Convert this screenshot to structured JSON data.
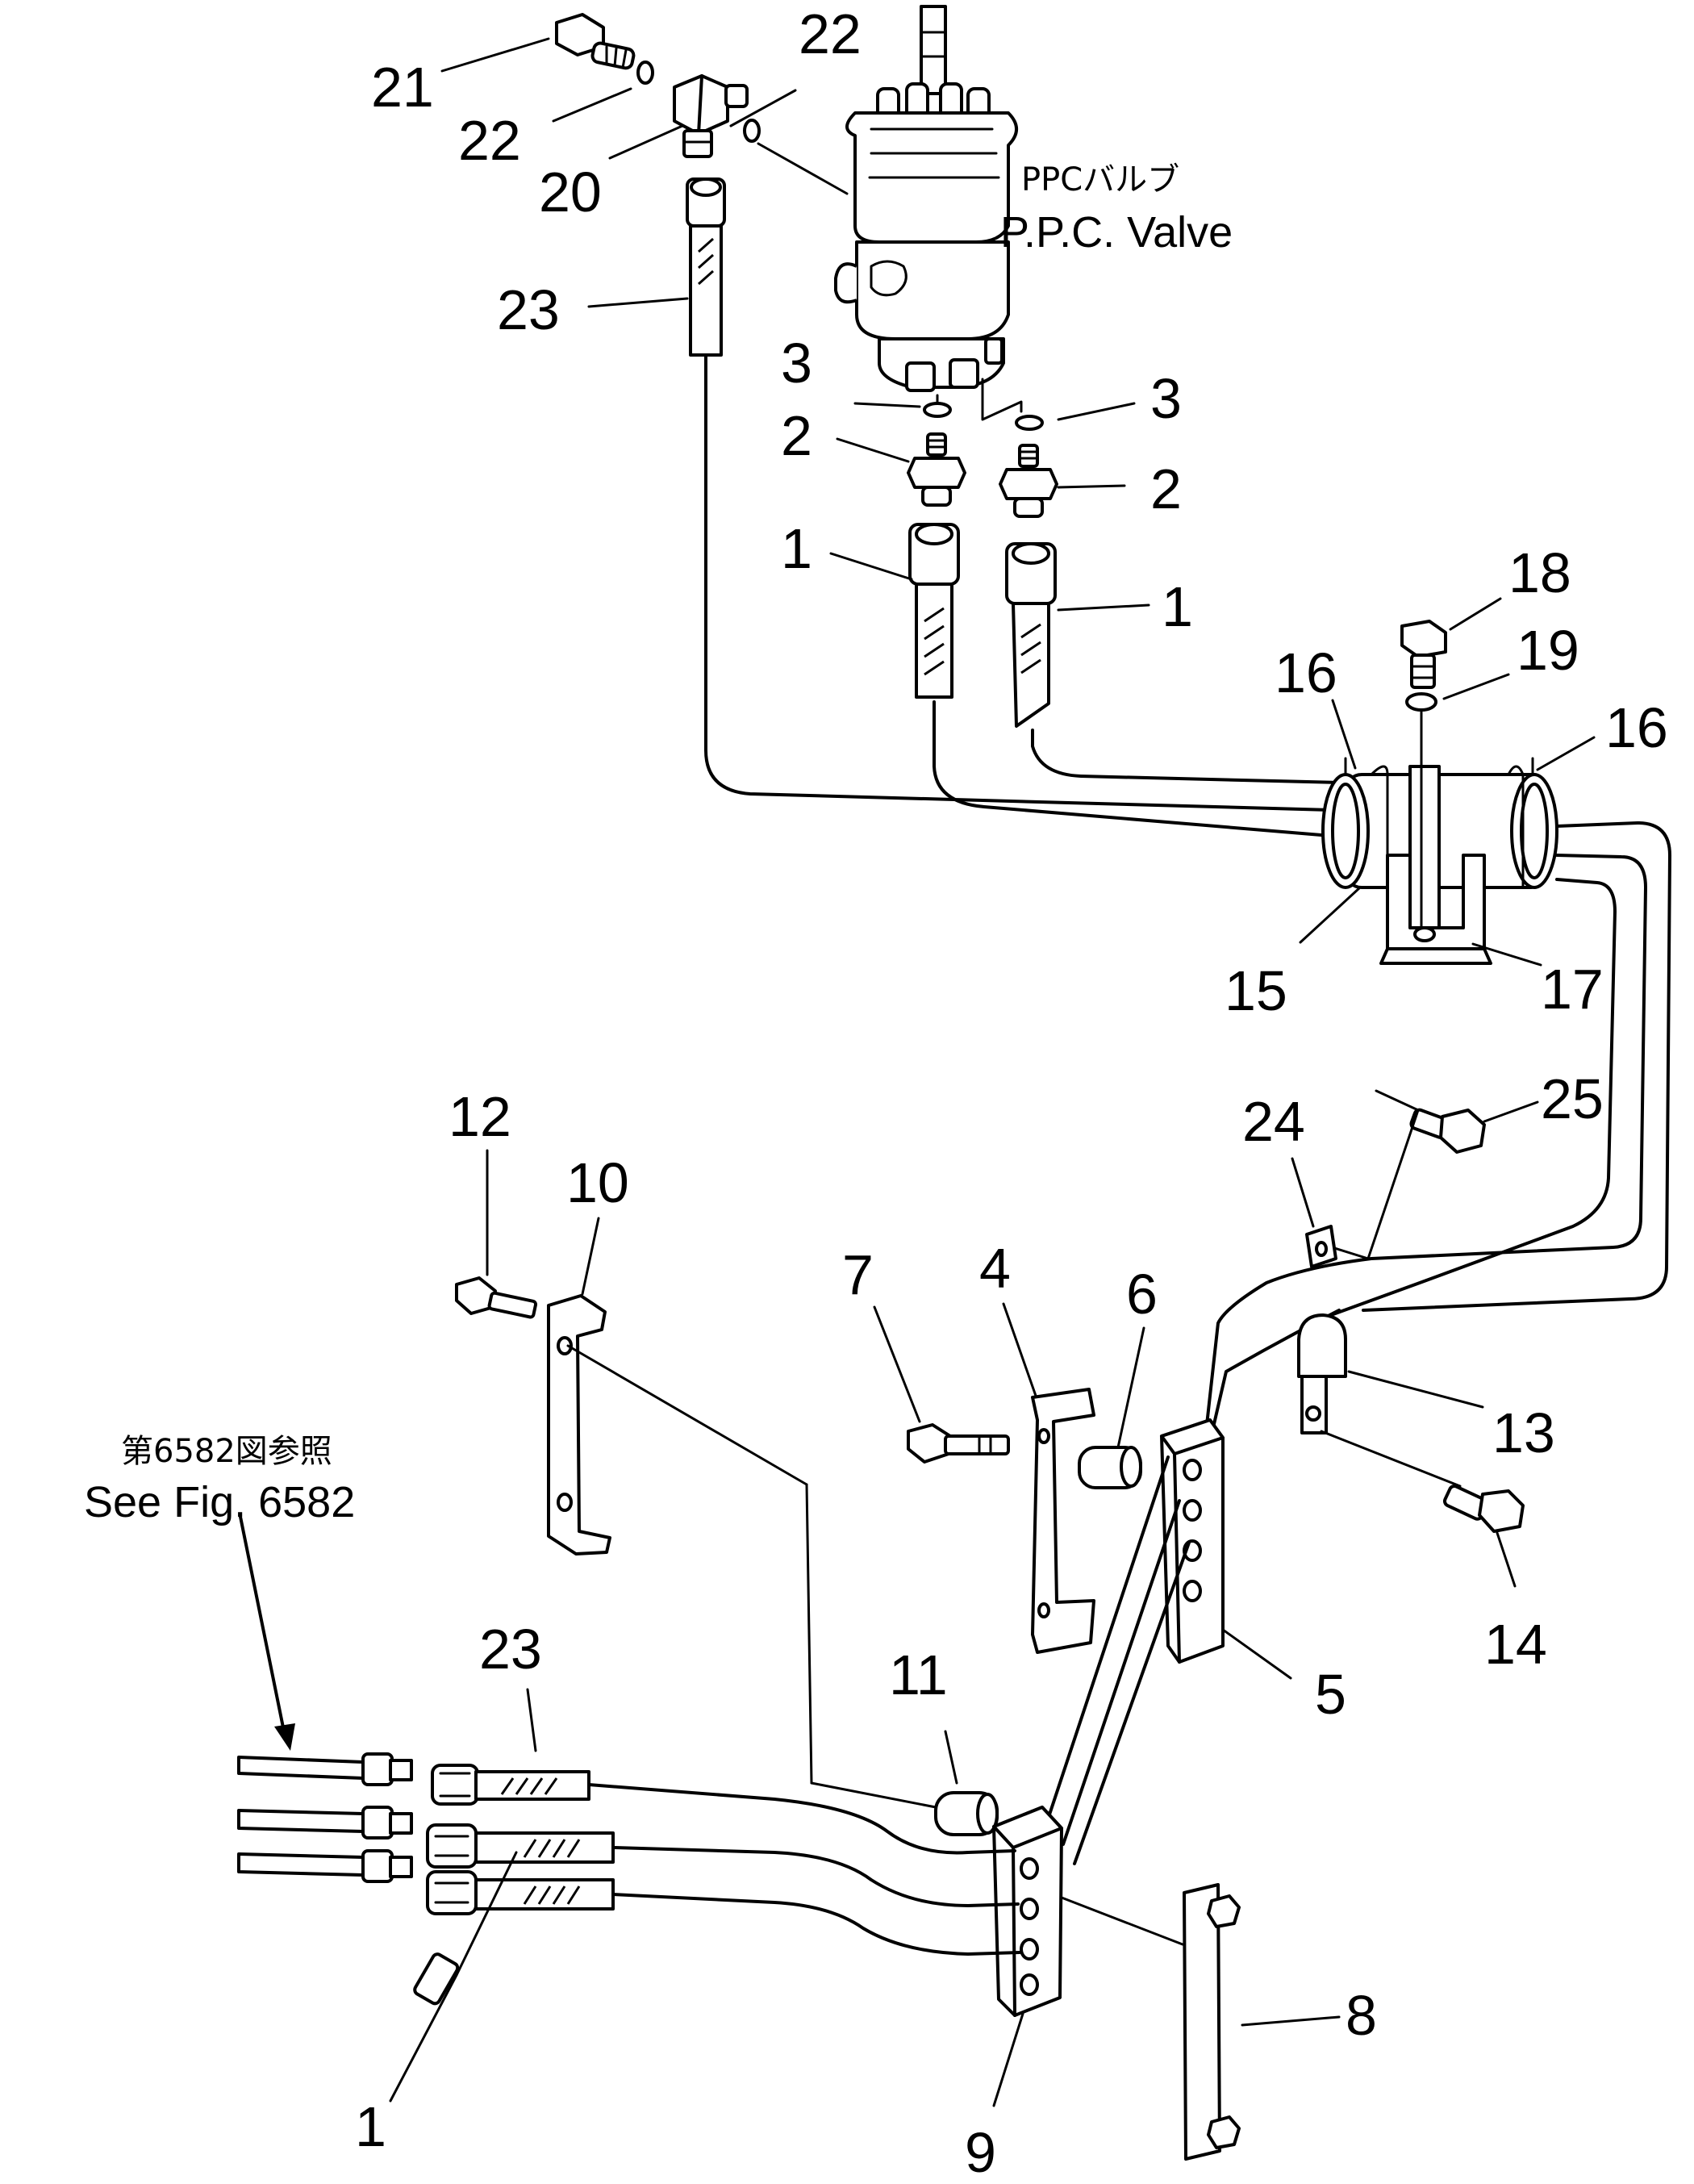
{
  "valve_label": {
    "jp": "PPCバルブ",
    "en": "P.P.C. Valve"
  },
  "reference": {
    "jp": "第6582図参照",
    "en": "See Fig. 6582"
  },
  "callouts": {
    "c21": "21",
    "c22a": "22",
    "c22b": "22",
    "c20": "20",
    "c23a": "23",
    "c3a": "3",
    "c3b": "3",
    "c2a": "2",
    "c2b": "2",
    "c1a": "1",
    "c1b": "1",
    "c18": "18",
    "c19": "19",
    "c16a": "16",
    "c16b": "16",
    "c15": "15",
    "c17": "17",
    "c24": "24",
    "c25": "25",
    "c12": "12",
    "c10": "10",
    "c7": "7",
    "c4": "4",
    "c6": "6",
    "c13": "13",
    "c14": "14",
    "c5": "5",
    "c23b": "23",
    "c11": "11",
    "c8": "8",
    "c1c": "1",
    "c9": "9"
  }
}
